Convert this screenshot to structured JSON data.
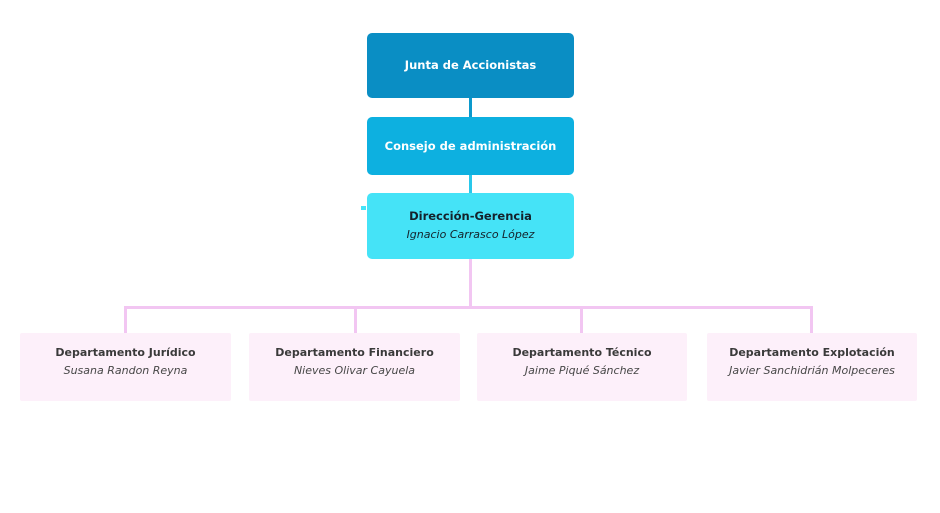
{
  "org_chart": {
    "level1": {
      "title": "Junta de Accionistas"
    },
    "level2": {
      "title": "Consejo de administración"
    },
    "level3": {
      "title": "Dirección-Gerencia",
      "person": "Ignacio Carrasco López"
    },
    "departments": [
      {
        "title": "Departamento Jurídico",
        "person": "Susana Randon Reyna"
      },
      {
        "title": "Departamento Financiero",
        "person": "Nieves Olivar Cayuela"
      },
      {
        "title": "Departamento Técnico",
        "person": "Jaime Piqué Sánchez"
      },
      {
        "title": "Departamento Explotación",
        "person": "Javier Sanchidrián Molpeceres"
      }
    ]
  },
  "colors": {
    "level1_bg": "#0a8ec4",
    "level2_bg": "#0db0e0",
    "level3_bg": "#45e3f7",
    "department_bg": "#fdf0fa",
    "connector_blue_upper": "#0c99cc",
    "connector_blue_lower": "#29c8eb",
    "connector_pink": "#f2c6f2",
    "text_on_blue": "#ffffff",
    "text_dark": "#3a3a3a"
  }
}
